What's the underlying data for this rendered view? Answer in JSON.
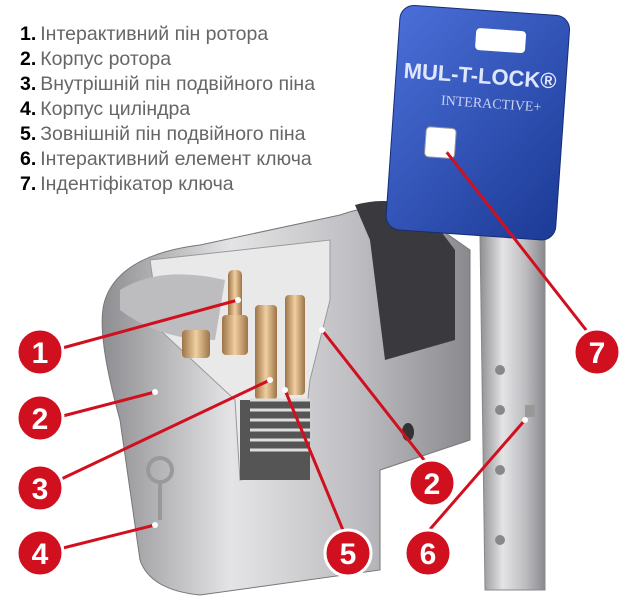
{
  "legend": [
    {
      "num": "1.",
      "label": "Інтерактивний пін ротора"
    },
    {
      "num": "2.",
      "label": "Корпус ротора"
    },
    {
      "num": "3.",
      "label": "Внутрішній пін подвійного піна"
    },
    {
      "num": "4.",
      "label": "Корпус циліндра"
    },
    {
      "num": "5.",
      "label": "Зовнішній пін подвійного піна"
    },
    {
      "num": "6.",
      "label": "Інтерактивний елемент ключа"
    },
    {
      "num": "7.",
      "label": "Індентіфікатор ключа"
    }
  ],
  "callouts": [
    "1",
    "2",
    "3",
    "4",
    "5",
    "6",
    "2",
    "7"
  ],
  "key_logo": {
    "brand": "MUL-T-LOCK®",
    "line": "INTERACTIVE+"
  },
  "colors": {
    "callout": "#d0101e",
    "key": "#2a4fb8",
    "metal": "#c9c9cc",
    "brass": "#c9a06a"
  }
}
